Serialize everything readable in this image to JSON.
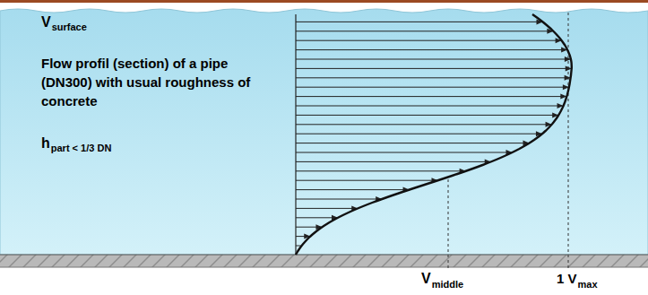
{
  "diagram": {
    "labels": [
      "V",
      "surface",
      "Flow profil (section) of a pipe (DN300) with usual roughness of concrete",
      "h",
      "part < 1/3 DN",
      "V",
      "middle",
      "1 V",
      "max"
    ]
  }
}
